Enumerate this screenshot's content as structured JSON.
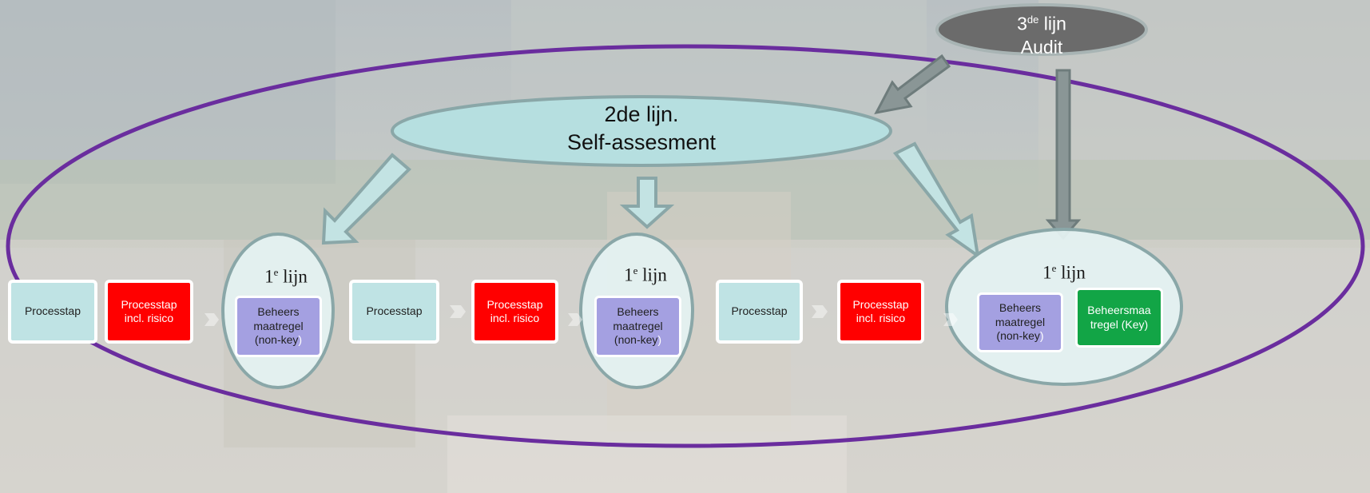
{
  "second_line": {
    "line1": "2de lijn.",
    "line2": "Self-assesment"
  },
  "third_line": {
    "number": "3",
    "suffix": "de",
    "word": "lijn",
    "line2": "Audit"
  },
  "first_line": {
    "number": "1",
    "suffix": "e",
    "word": "lijn"
  },
  "process_step_label": "Processtap",
  "risk_step": {
    "line1": "Processtap",
    "line2": "incl. risico"
  },
  "control_non_key": {
    "line1": "Beheers",
    "line2": "maatregel",
    "line3": "(non-key",
    "paren": ")"
  },
  "control_key": {
    "line1": "Beheersmaa",
    "line2": "tregel (Key)"
  },
  "colors": {
    "outer_ellipse": "#6a2d9e",
    "process": "#bfe3e4",
    "risk": "#ff0000",
    "control": "#a4a0e1",
    "key_control": "#12a546",
    "line_circle": "#e4f1f1",
    "line_circle_border": "#8aa7a8",
    "third_oval": "#6b6b6b"
  }
}
